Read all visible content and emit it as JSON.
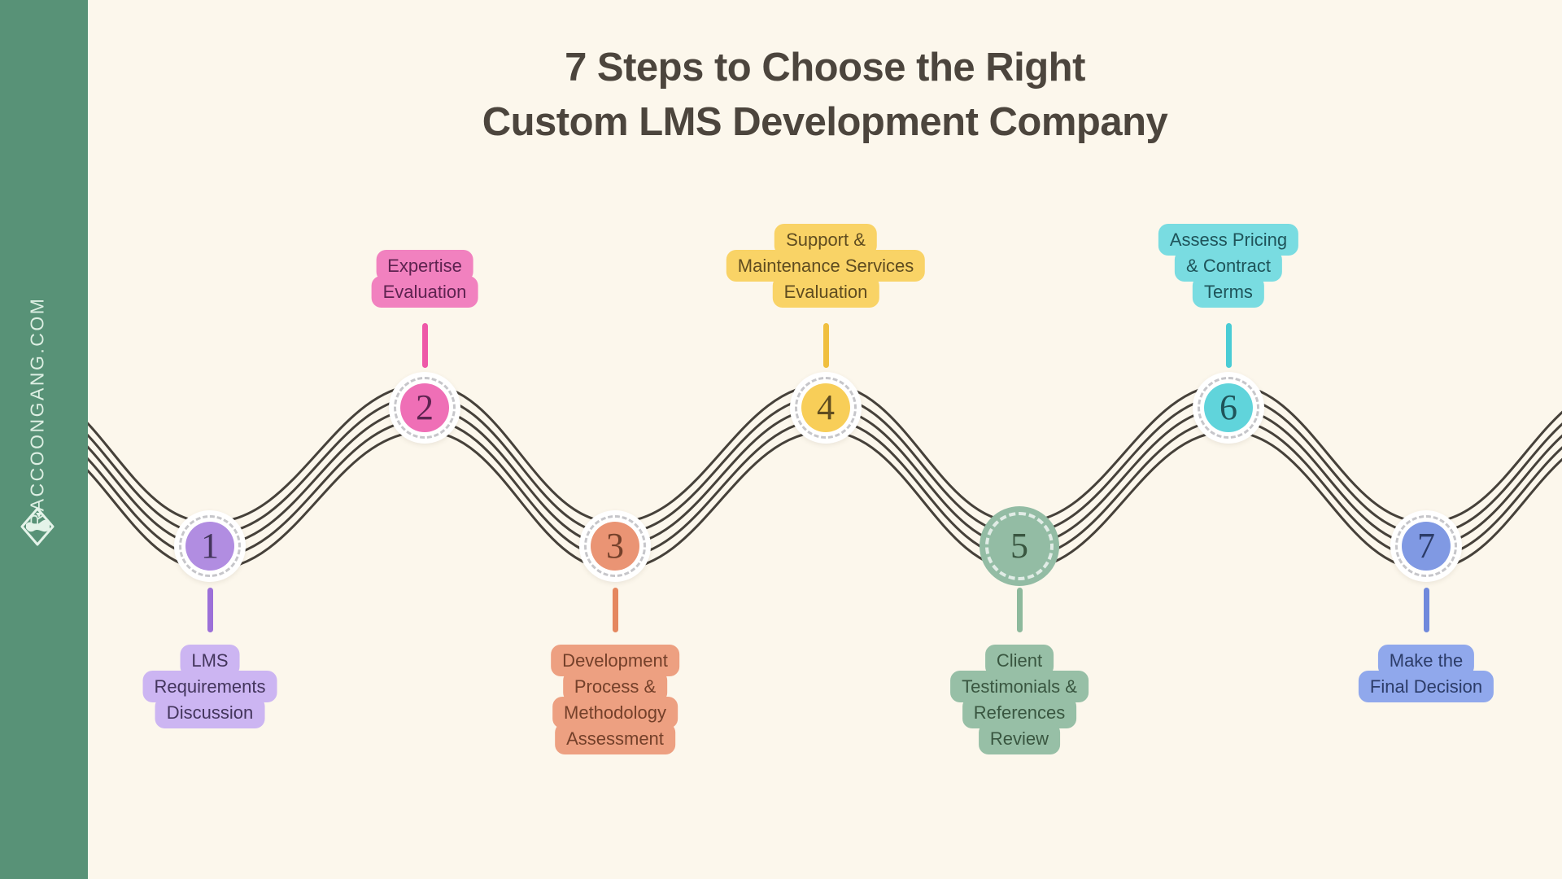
{
  "page": {
    "background": "#fcf7ec",
    "wave_color": "#46413a",
    "ring_dash_color": "#c6c6ca"
  },
  "sidebar": {
    "background": "#589277",
    "website": "RACCOONGANG.COM",
    "logo_icon": "raccoon-gang-diamond-logo"
  },
  "title": {
    "line1": "7 Steps to Choose the Right",
    "line2": "Custom LMS Development Company",
    "color": "#4c453d"
  },
  "steps": [
    {
      "number": "1",
      "label_position": "bottom",
      "lines": [
        "LMS",
        "Requirements",
        "Discussion"
      ],
      "colors": {
        "circle": "#b18de1",
        "label_bg": "#ccb5f2",
        "connector": "#9c70d8",
        "text": "#43355c"
      }
    },
    {
      "number": "2",
      "label_position": "top",
      "lines": [
        "Expertise",
        "Evaluation"
      ],
      "colors": {
        "circle": "#ef6fb6",
        "label_bg": "#f181bf",
        "connector": "#ee58a8",
        "text": "#5e2350"
      }
    },
    {
      "number": "3",
      "label_position": "bottom",
      "lines": [
        "Development",
        "Process &",
        "Methodology",
        "Assessment"
      ],
      "colors": {
        "circle": "#ea9474",
        "label_bg": "#eda081",
        "connector": "#e5875f",
        "text": "#74402a"
      }
    },
    {
      "number": "4",
      "label_position": "top",
      "lines": [
        "Support &",
        "Maintenance Services",
        "Evaluation"
      ],
      "colors": {
        "circle": "#f8ce58",
        "label_bg": "#f9d366",
        "connector": "#f0bf3e",
        "text": "#5f4c20"
      }
    },
    {
      "number": "5",
      "label_position": "bottom",
      "variant": "solid-large",
      "lines": [
        "Client",
        "Testimonials &",
        "References",
        "Review"
      ],
      "colors": {
        "circle": "#93bca4",
        "label_bg": "#97bfa6",
        "connector": "#8db99c",
        "text": "#395640"
      }
    },
    {
      "number": "6",
      "label_position": "top",
      "lines": [
        "Assess Pricing",
        "& Contract",
        "Terms"
      ],
      "colors": {
        "circle": "#60d4db",
        "label_bg": "#79dce1",
        "connector": "#49ccd5",
        "text": "#1f545a"
      }
    },
    {
      "number": "7",
      "label_position": "bottom",
      "lines": [
        "Make the",
        "Final Decision"
      ],
      "colors": {
        "circle": "#8099e3",
        "label_bg": "#90a8ec",
        "connector": "#7089dc",
        "text": "#2c3c68"
      }
    }
  ]
}
